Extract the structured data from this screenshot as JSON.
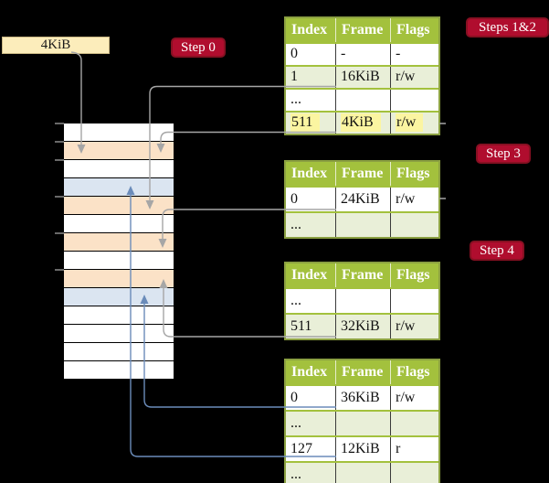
{
  "labels": {
    "frame_box": "4KiB",
    "step0": "Step 0",
    "steps12": "Steps 1&2",
    "step3": "Step 3",
    "step4": "Step 4"
  },
  "table_columns": [
    "Index",
    "Frame",
    "Flags"
  ],
  "tables": [
    {
      "name": "root-page-table",
      "rows": [
        {
          "cells": [
            "0",
            "-",
            "-"
          ],
          "shade": "white",
          "highlight": false
        },
        {
          "cells": [
            "1",
            "16KiB",
            "r/w"
          ],
          "shade": "green",
          "highlight": false
        },
        {
          "cells": [
            "...",
            "",
            ""
          ],
          "shade": "white",
          "highlight": false
        },
        {
          "cells": [
            "511",
            "4KiB",
            "r/w"
          ],
          "shade": "green",
          "highlight": true
        }
      ]
    },
    {
      "name": "step3-page-table",
      "rows": [
        {
          "cells": [
            "0",
            "24KiB",
            "r/w"
          ],
          "shade": "white",
          "highlight": false
        },
        {
          "cells": [
            "...",
            "",
            ""
          ],
          "shade": "green",
          "highlight": false
        }
      ]
    },
    {
      "name": "step4-upper-page-table",
      "rows": [
        {
          "cells": [
            "...",
            "",
            ""
          ],
          "shade": "white",
          "highlight": false
        },
        {
          "cells": [
            "511",
            "32KiB",
            "r/w"
          ],
          "shade": "green",
          "highlight": false
        }
      ]
    },
    {
      "name": "step4-lower-page-table",
      "rows": [
        {
          "cells": [
            "0",
            "36KiB",
            "r/w"
          ],
          "shade": "white",
          "highlight": false
        },
        {
          "cells": [
            "...",
            "",
            ""
          ],
          "shade": "green",
          "highlight": false
        },
        {
          "cells": [
            "127",
            "12KiB",
            "r"
          ],
          "shade": "white",
          "highlight": false
        },
        {
          "cells": [
            "...",
            "",
            ""
          ],
          "shade": "green",
          "highlight": false
        }
      ]
    }
  ],
  "memory": {
    "rows": [
      "free",
      "pagetable",
      "free",
      "data",
      "pagetable",
      "free",
      "pagetable",
      "free",
      "pagetable",
      "data",
      "free",
      "free",
      "free",
      "free"
    ]
  },
  "colors": {
    "green_header": "#a3c13d",
    "green_row": "#e9efd8",
    "green_border": "#8ba041",
    "peach_pagetable_row": "#fbe2c7",
    "blue_data_row": "#dbe5f1",
    "yellow_highlight": "#fbf5a1",
    "label_red": "#b00d2e",
    "cream_box": "#fcedbb",
    "arrow_gray": "#a6a6a6",
    "arrow_blue": "#6b8cba",
    "background": "#000000"
  }
}
